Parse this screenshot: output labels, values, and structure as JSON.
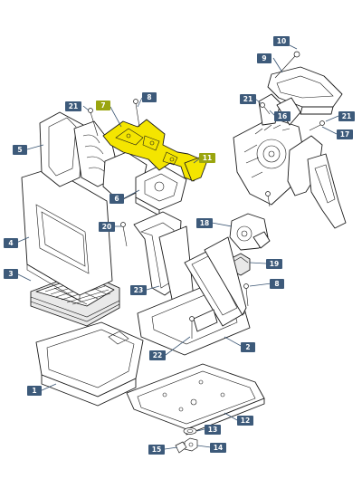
{
  "colors": {
    "callout": "#3d5a7a",
    "callout_highlight": "#9aa50f",
    "highlight": "#f4e500",
    "line": "#1a1a1a"
  },
  "callouts": [
    {
      "id": "c1",
      "label": "1",
      "highlight": false
    },
    {
      "id": "c2",
      "label": "2",
      "highlight": false
    },
    {
      "id": "c3",
      "label": "3",
      "highlight": false
    },
    {
      "id": "c4",
      "label": "4",
      "highlight": false
    },
    {
      "id": "c5",
      "label": "5",
      "highlight": false
    },
    {
      "id": "c6",
      "label": "6",
      "highlight": false
    },
    {
      "id": "c7",
      "label": "7",
      "highlight": true
    },
    {
      "id": "c8a",
      "label": "8",
      "highlight": false
    },
    {
      "id": "c8b",
      "label": "8",
      "highlight": false
    },
    {
      "id": "c9",
      "label": "9",
      "highlight": false
    },
    {
      "id": "c10",
      "label": "10",
      "highlight": false
    },
    {
      "id": "c11",
      "label": "11",
      "highlight": true
    },
    {
      "id": "c12",
      "label": "12",
      "highlight": false
    },
    {
      "id": "c13",
      "label": "13",
      "highlight": false
    },
    {
      "id": "c14",
      "label": "14",
      "highlight": false
    },
    {
      "id": "c15",
      "label": "15",
      "highlight": false
    },
    {
      "id": "c16",
      "label": "16",
      "highlight": false
    },
    {
      "id": "c17",
      "label": "17",
      "highlight": false
    },
    {
      "id": "c18",
      "label": "18",
      "highlight": false
    },
    {
      "id": "c19",
      "label": "19",
      "highlight": false
    },
    {
      "id": "c20",
      "label": "20",
      "highlight": false
    },
    {
      "id": "c21a",
      "label": "21",
      "highlight": false
    },
    {
      "id": "c21b",
      "label": "21",
      "highlight": false
    },
    {
      "id": "c21c",
      "label": "21",
      "highlight": false
    },
    {
      "id": "c22",
      "label": "22",
      "highlight": false
    },
    {
      "id": "c23",
      "label": "23",
      "highlight": false
    }
  ]
}
